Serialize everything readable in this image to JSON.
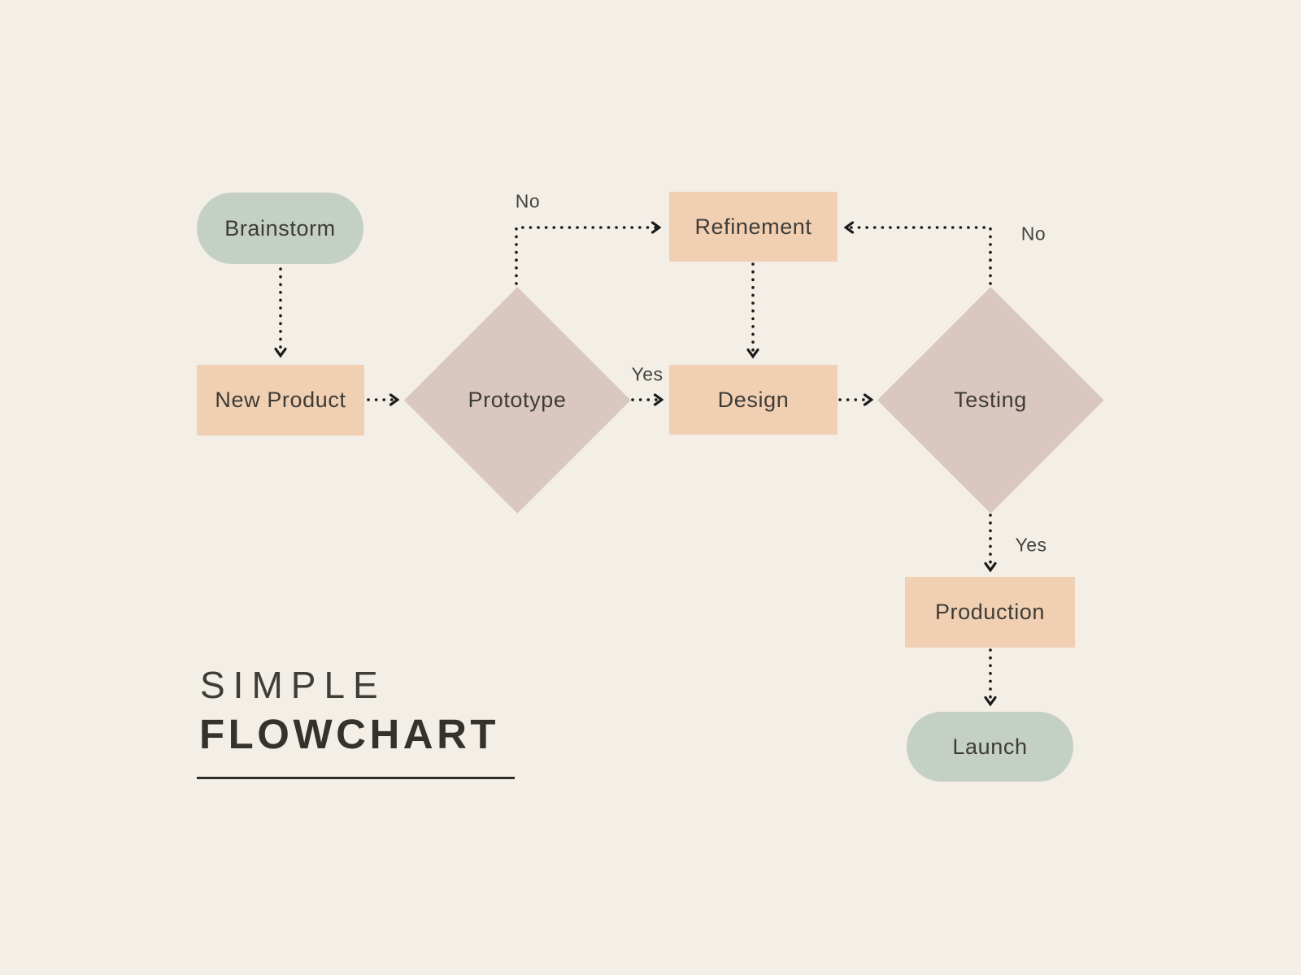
{
  "title": {
    "line1": "SIMPLE",
    "line2": "FLOWCHART"
  },
  "palette": {
    "background": "#f3eee6",
    "terminal_fill": "#c4cfc5",
    "process_fill": "#f0cfb2",
    "decision_fill": "#dac7c0",
    "connector_color": "#1a1a1a",
    "text_color": "#3e3c37"
  },
  "nodes": {
    "brainstorm": {
      "label": "Brainstorm",
      "type": "terminal"
    },
    "new_product": {
      "label": "New Product",
      "type": "process"
    },
    "prototype": {
      "label": "Prototype",
      "type": "decision"
    },
    "refinement": {
      "label": "Refinement",
      "type": "process"
    },
    "design": {
      "label": "Design",
      "type": "process"
    },
    "testing": {
      "label": "Testing",
      "type": "decision"
    },
    "production": {
      "label": "Production",
      "type": "process"
    },
    "launch": {
      "label": "Launch",
      "type": "terminal"
    }
  },
  "edge_labels": {
    "prototype_no": "No",
    "prototype_yes": "Yes",
    "testing_no": "No",
    "testing_yes": "Yes"
  }
}
